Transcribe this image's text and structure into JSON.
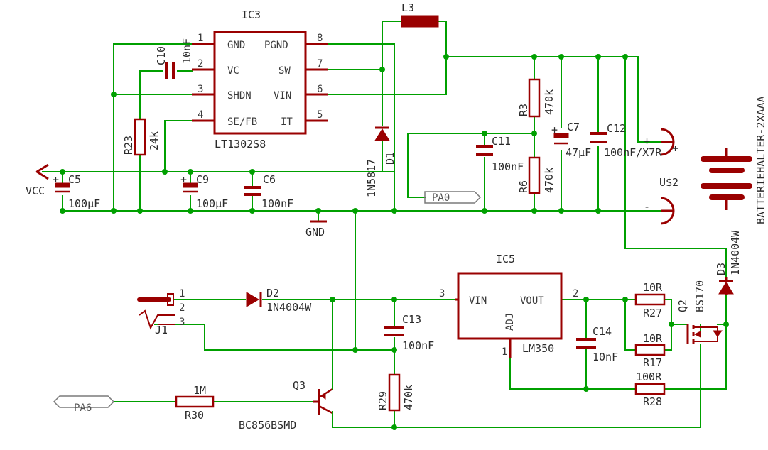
{
  "ic3": {
    "name": "IC3",
    "part": "LT1302S8",
    "pin_numbers": [
      "1",
      "2",
      "3",
      "4",
      "8",
      "7",
      "6",
      "5"
    ],
    "pin_names": [
      "GND",
      "VC",
      "SHDN",
      "SE/FB",
      "PGND",
      "SW",
      "VIN",
      "IT"
    ]
  },
  "ic5": {
    "name": "IC5",
    "part": "LM350",
    "pin_numbers": [
      "3",
      "2",
      "1"
    ],
    "pin_names": [
      "VIN",
      "VOUT",
      "ADJ"
    ]
  },
  "components": {
    "l3": "L3",
    "c10": "C10",
    "c10_value": "10nF",
    "r23": "R23",
    "r23_value": "24k",
    "c5": "C5",
    "c5_value": "100µF",
    "c9": "C9",
    "c9_value": "100µF",
    "c6": "C6",
    "c6_value": "100nF",
    "d1": "D1",
    "d1_value": "1N5817",
    "c11": "C11",
    "c11_value": "100nF",
    "r3": "R3",
    "r3_value": "470k",
    "r6": "R6",
    "r6_value": "470k",
    "c7": "C7",
    "c7_value": "47µF",
    "c12": "C12",
    "c12_value": "100nF/X7R",
    "d2": "D2",
    "d2_value": "1N4004W",
    "c13": "C13",
    "c13_value": "100nF",
    "r29": "R29",
    "r29_value": "470k",
    "q3": "Q3",
    "q3_value": "BC856BSMD",
    "r30": "R30",
    "r30_value": "1M",
    "c14": "C14",
    "c14_value": "10nF",
    "r27": "R27",
    "r27_value": "10R",
    "r17": "R17",
    "r17_value": "10R",
    "r28": "R28",
    "r28_value": "100R",
    "q2": "Q2",
    "q2_value": "BS170",
    "d3": "D3",
    "d3_value": "1N4004W",
    "j1": "J1",
    "j1_pins": [
      "1",
      "2",
      "3"
    ],
    "battery": "BATTERIEHALTER-2XAAA",
    "battery_ref": "U$2",
    "plus": "+",
    "minus": "-"
  },
  "nets": {
    "vcc": "VCC",
    "gnd": "GND",
    "pa0": "PA0",
    "pa6": "PA6"
  },
  "colors": {
    "wire": "#00a000",
    "part": "#9a0000",
    "text": "#2b2b2b",
    "background": "#ffffff"
  }
}
